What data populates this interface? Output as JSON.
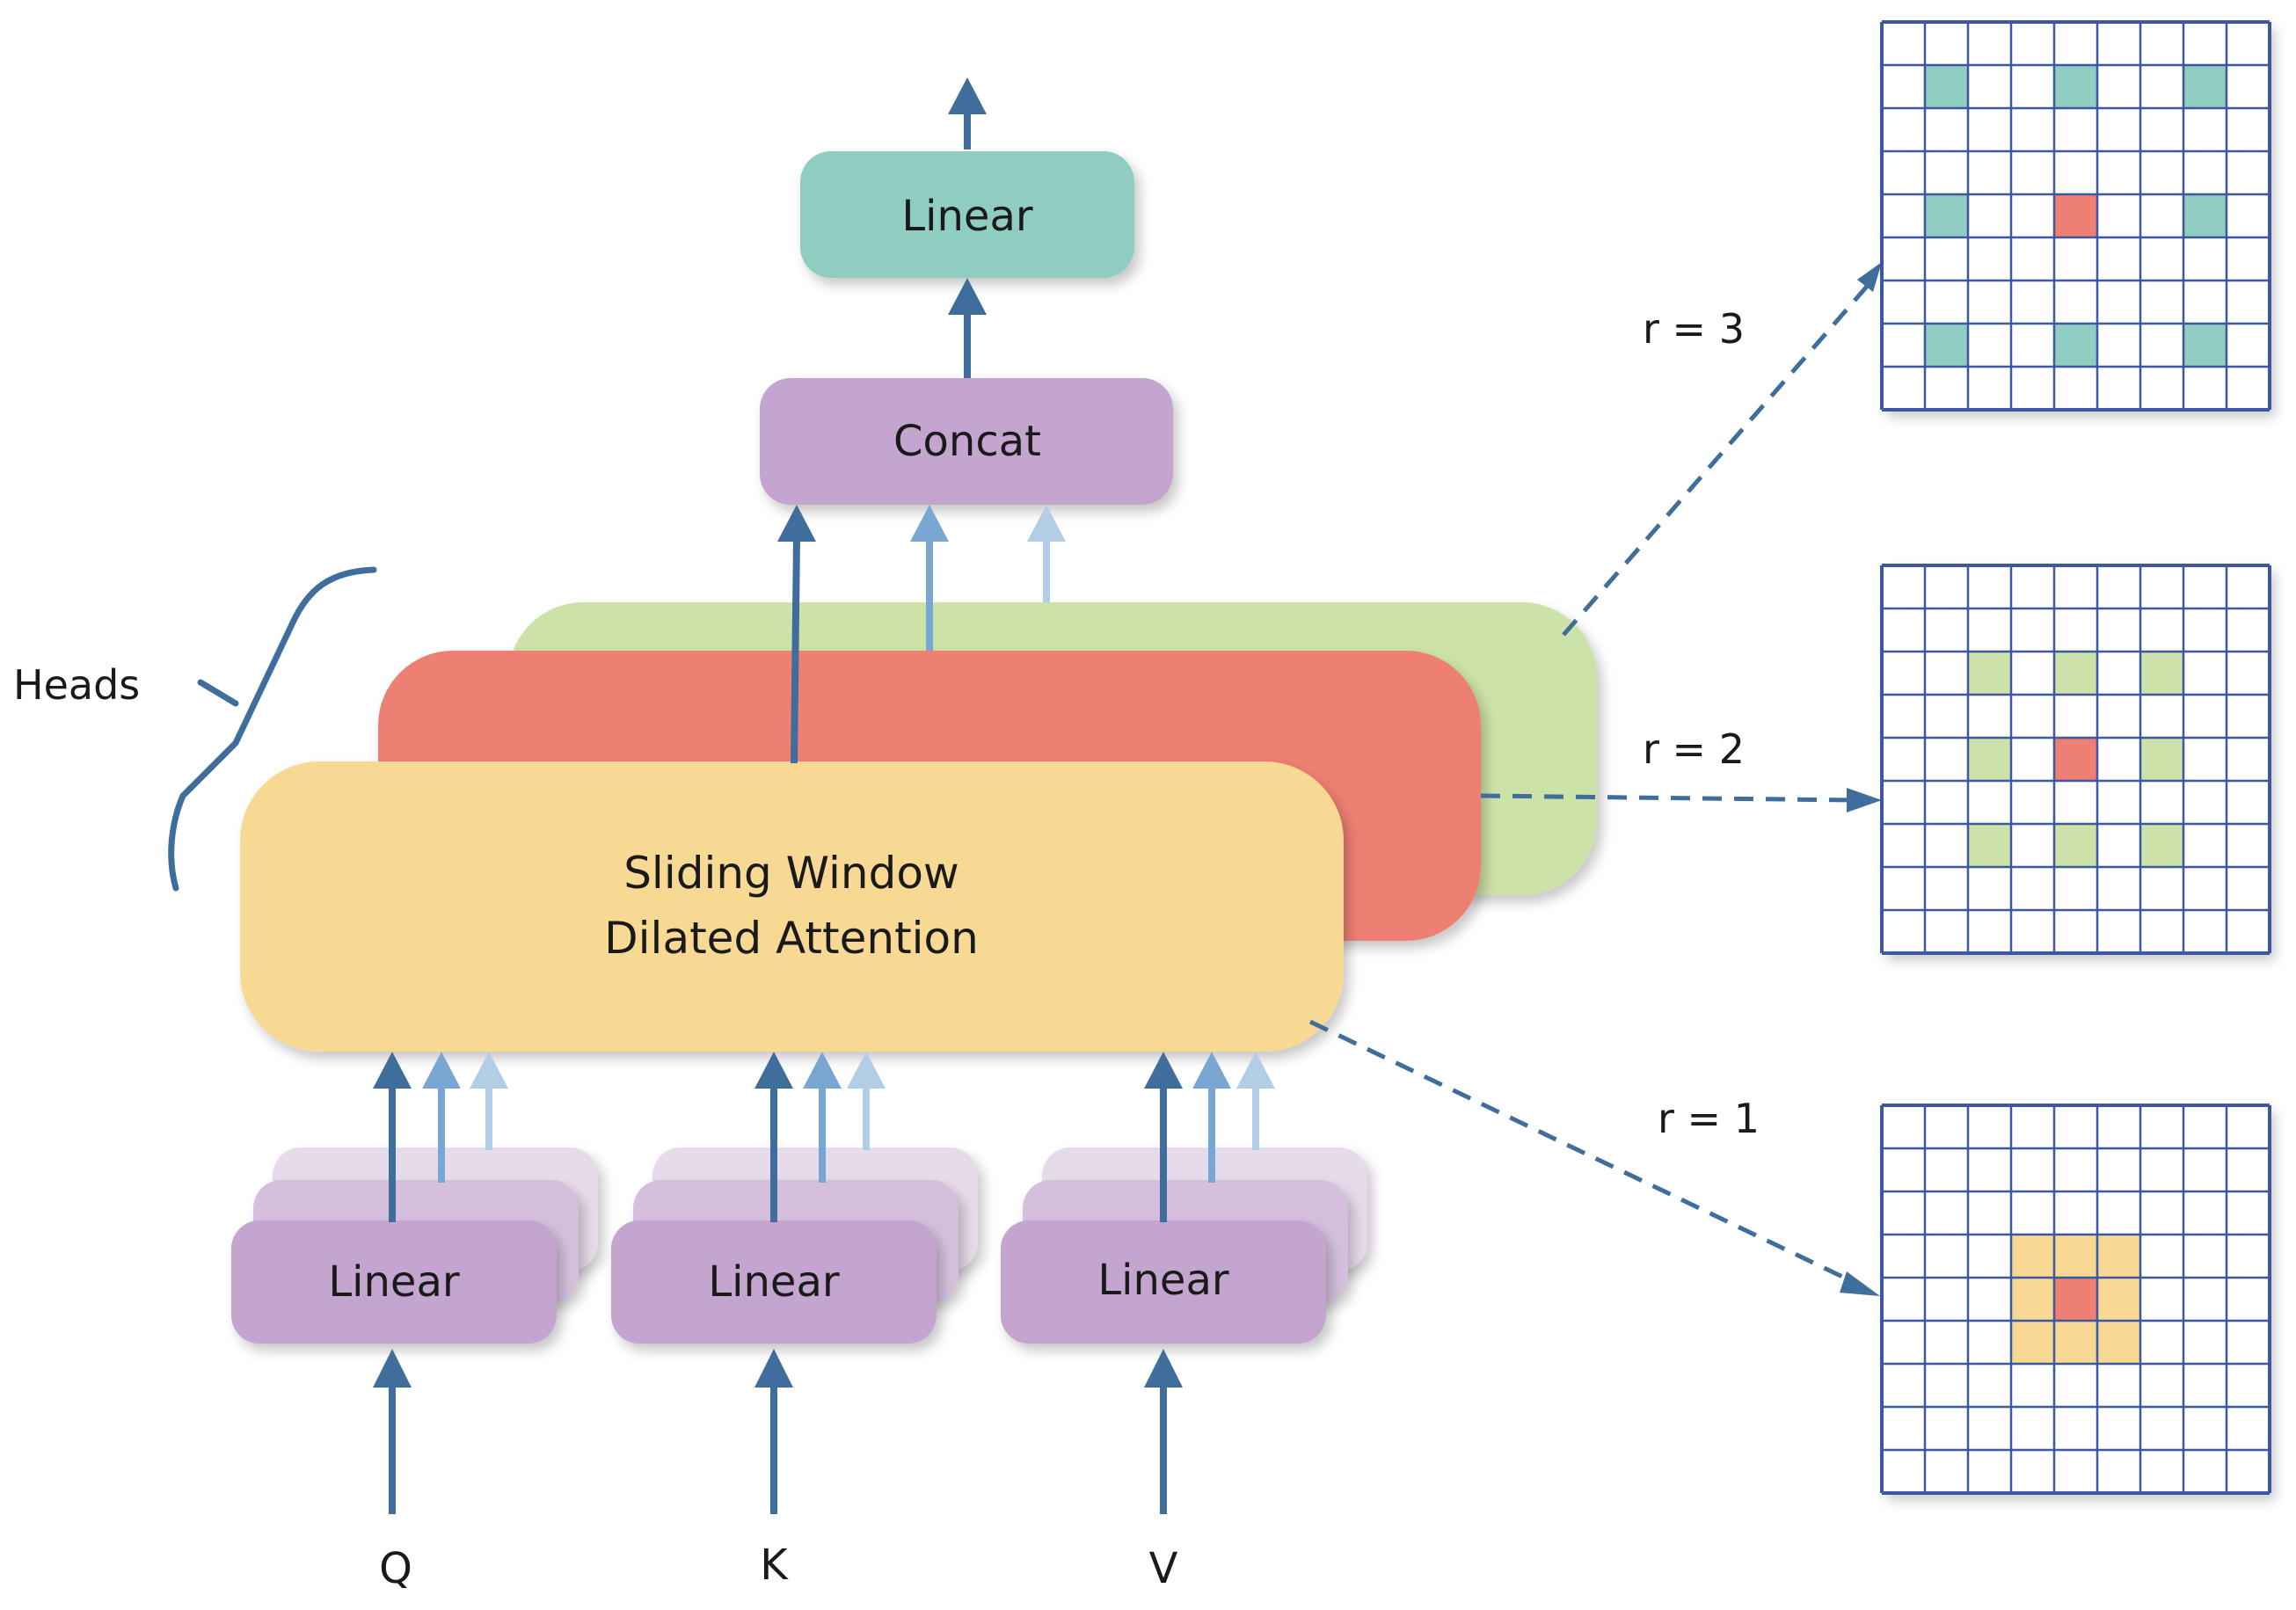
{
  "labels": {
    "heads": "Heads",
    "q": "Q",
    "k": "K",
    "v": "V",
    "linear_q": "Linear",
    "linear_k": "Linear",
    "linear_v": "Linear",
    "attention_line1": "Sliding Window",
    "attention_line2": "Dilated Attention",
    "concat": "Concat",
    "linear_out": "Linear",
    "r3": "r = 3",
    "r2": "r = 2",
    "r1": "r = 1"
  },
  "grids": [
    {
      "name": "dilation-grid-r3",
      "rate": 3,
      "size": 9,
      "center_color": "#ee7f73",
      "neighbor_color": "#8ecdc0",
      "neighbors": [
        [
          1,
          1
        ],
        [
          1,
          4
        ],
        [
          1,
          7
        ],
        [
          4,
          1
        ],
        [
          4,
          7
        ],
        [
          7,
          1
        ],
        [
          7,
          4
        ],
        [
          7,
          7
        ]
      ]
    },
    {
      "name": "dilation-grid-r2",
      "rate": 2,
      "size": 9,
      "center_color": "#ee7f73",
      "neighbor_color": "#cde2a8",
      "neighbors": [
        [
          2,
          2
        ],
        [
          2,
          4
        ],
        [
          2,
          6
        ],
        [
          4,
          2
        ],
        [
          4,
          6
        ],
        [
          6,
          2
        ],
        [
          6,
          4
        ],
        [
          6,
          6
        ]
      ]
    },
    {
      "name": "dilation-grid-r1",
      "rate": 1,
      "size": 9,
      "center_color": "#ee7f73",
      "neighbor_color": "#f8d994",
      "neighbors": [
        [
          3,
          3
        ],
        [
          3,
          4
        ],
        [
          3,
          5
        ],
        [
          4,
          3
        ],
        [
          4,
          5
        ],
        [
          5,
          3
        ],
        [
          5,
          4
        ],
        [
          5,
          5
        ]
      ]
    }
  ],
  "colors": {
    "arrow": "#3f6e9c",
    "arrow_light": "#7aa6d2",
    "arrow_lighter": "#b4cde7",
    "linear_box": "#c3a5cf",
    "linear_box_shadow1": "#d5bfdd",
    "linear_box_shadow2": "#e6dbea",
    "concat_box": "#c3a5cf",
    "output_box": "#8ecdc0",
    "head_yellow": "#f8d994",
    "head_red": "#ee7f73",
    "head_green": "#cde2a8",
    "grid_line": "#3d57a0",
    "dashed": "#3f6e9c"
  }
}
